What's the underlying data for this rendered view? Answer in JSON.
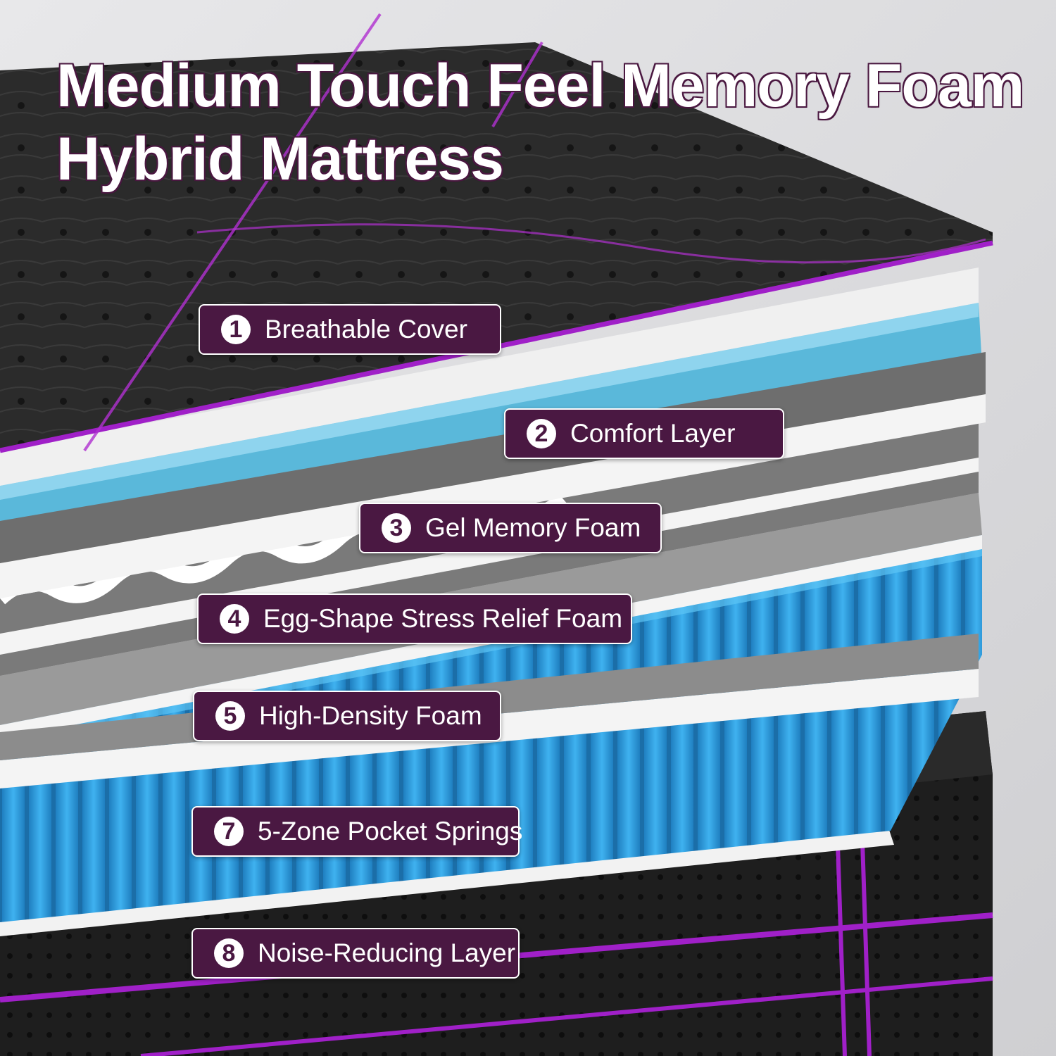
{
  "title": {
    "line1": "Medium Touch Feel Memory Foam",
    "line2": "Hybrid Mattress"
  },
  "layers": [
    {
      "number": "1",
      "label": "Breathable Cover"
    },
    {
      "number": "2",
      "label": "Comfort Layer"
    },
    {
      "number": "3",
      "label": "Gel Memory Foam"
    },
    {
      "number": "4",
      "label": "Egg-Shape Stress Relief Foam"
    },
    {
      "number": "5",
      "label": "High-Density Foam"
    },
    {
      "number": "7",
      "label": "5-Zone Pocket Springs"
    },
    {
      "number": "8",
      "label": "Noise-Reducing Layer"
    }
  ],
  "colors": {
    "label_bg": "#4a1842",
    "accent_purple": "#a020c8",
    "gel_blue": "#5ab8da",
    "spring_blue": "#2f9fe0",
    "cover_black": "#262626"
  }
}
